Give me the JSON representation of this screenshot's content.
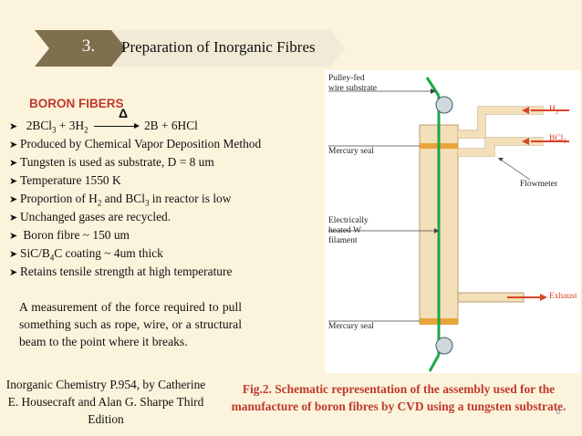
{
  "header": {
    "section_number": "3.",
    "title": "Preparation of Inorganic Fibres"
  },
  "boron": {
    "title": "BORON FIBERS",
    "reaction": {
      "delta": "Δ"
    },
    "bullets": [
      "Produced by Chemical Vapor Deposition Method",
      "Tungsten is used as substrate,  D = 8 um",
      "Temperature 1550 K",
      "Unchanged gases are recycled.",
      " Boron fibre ~ 150 um",
      "Retains tensile strength at high temperature"
    ]
  },
  "note": "A measurement of the force required to pull something such as rope, wire, or a structural beam to the point where it breaks.",
  "reference": "Inorganic Chemistry  P.954, by Catherine E. Housecraft and Alan G. Sharpe Third Edition",
  "caption": "Fig.2. Schematic representation of the assembly used for the manufacture of boron fibres by CVD using a tungsten substrate.",
  "page_number": "6",
  "figure": {
    "labels": {
      "pulley": "Pulley-fed\nwire substrate",
      "h2_main": "H",
      "h2_sub": "2",
      "bcl3_main": "BCl",
      "bcl3_sub": "3",
      "mercury_top": "Mercury seal",
      "flowmeter": "Flowmeter",
      "heated": "Electrically\nheated W\nfilament",
      "exhaust": "Exhaust",
      "mercury_bottom": "Mercury seal"
    },
    "colors": {
      "tube": "#f3dfb8",
      "seal": "#e8a33a",
      "wire": "#1aa84a",
      "gas": "#d9442a"
    }
  },
  "colors": {
    "accent_red": "#c0392b",
    "banner_dark": "#7a6a4a",
    "banner_light": "#f1ead6"
  }
}
